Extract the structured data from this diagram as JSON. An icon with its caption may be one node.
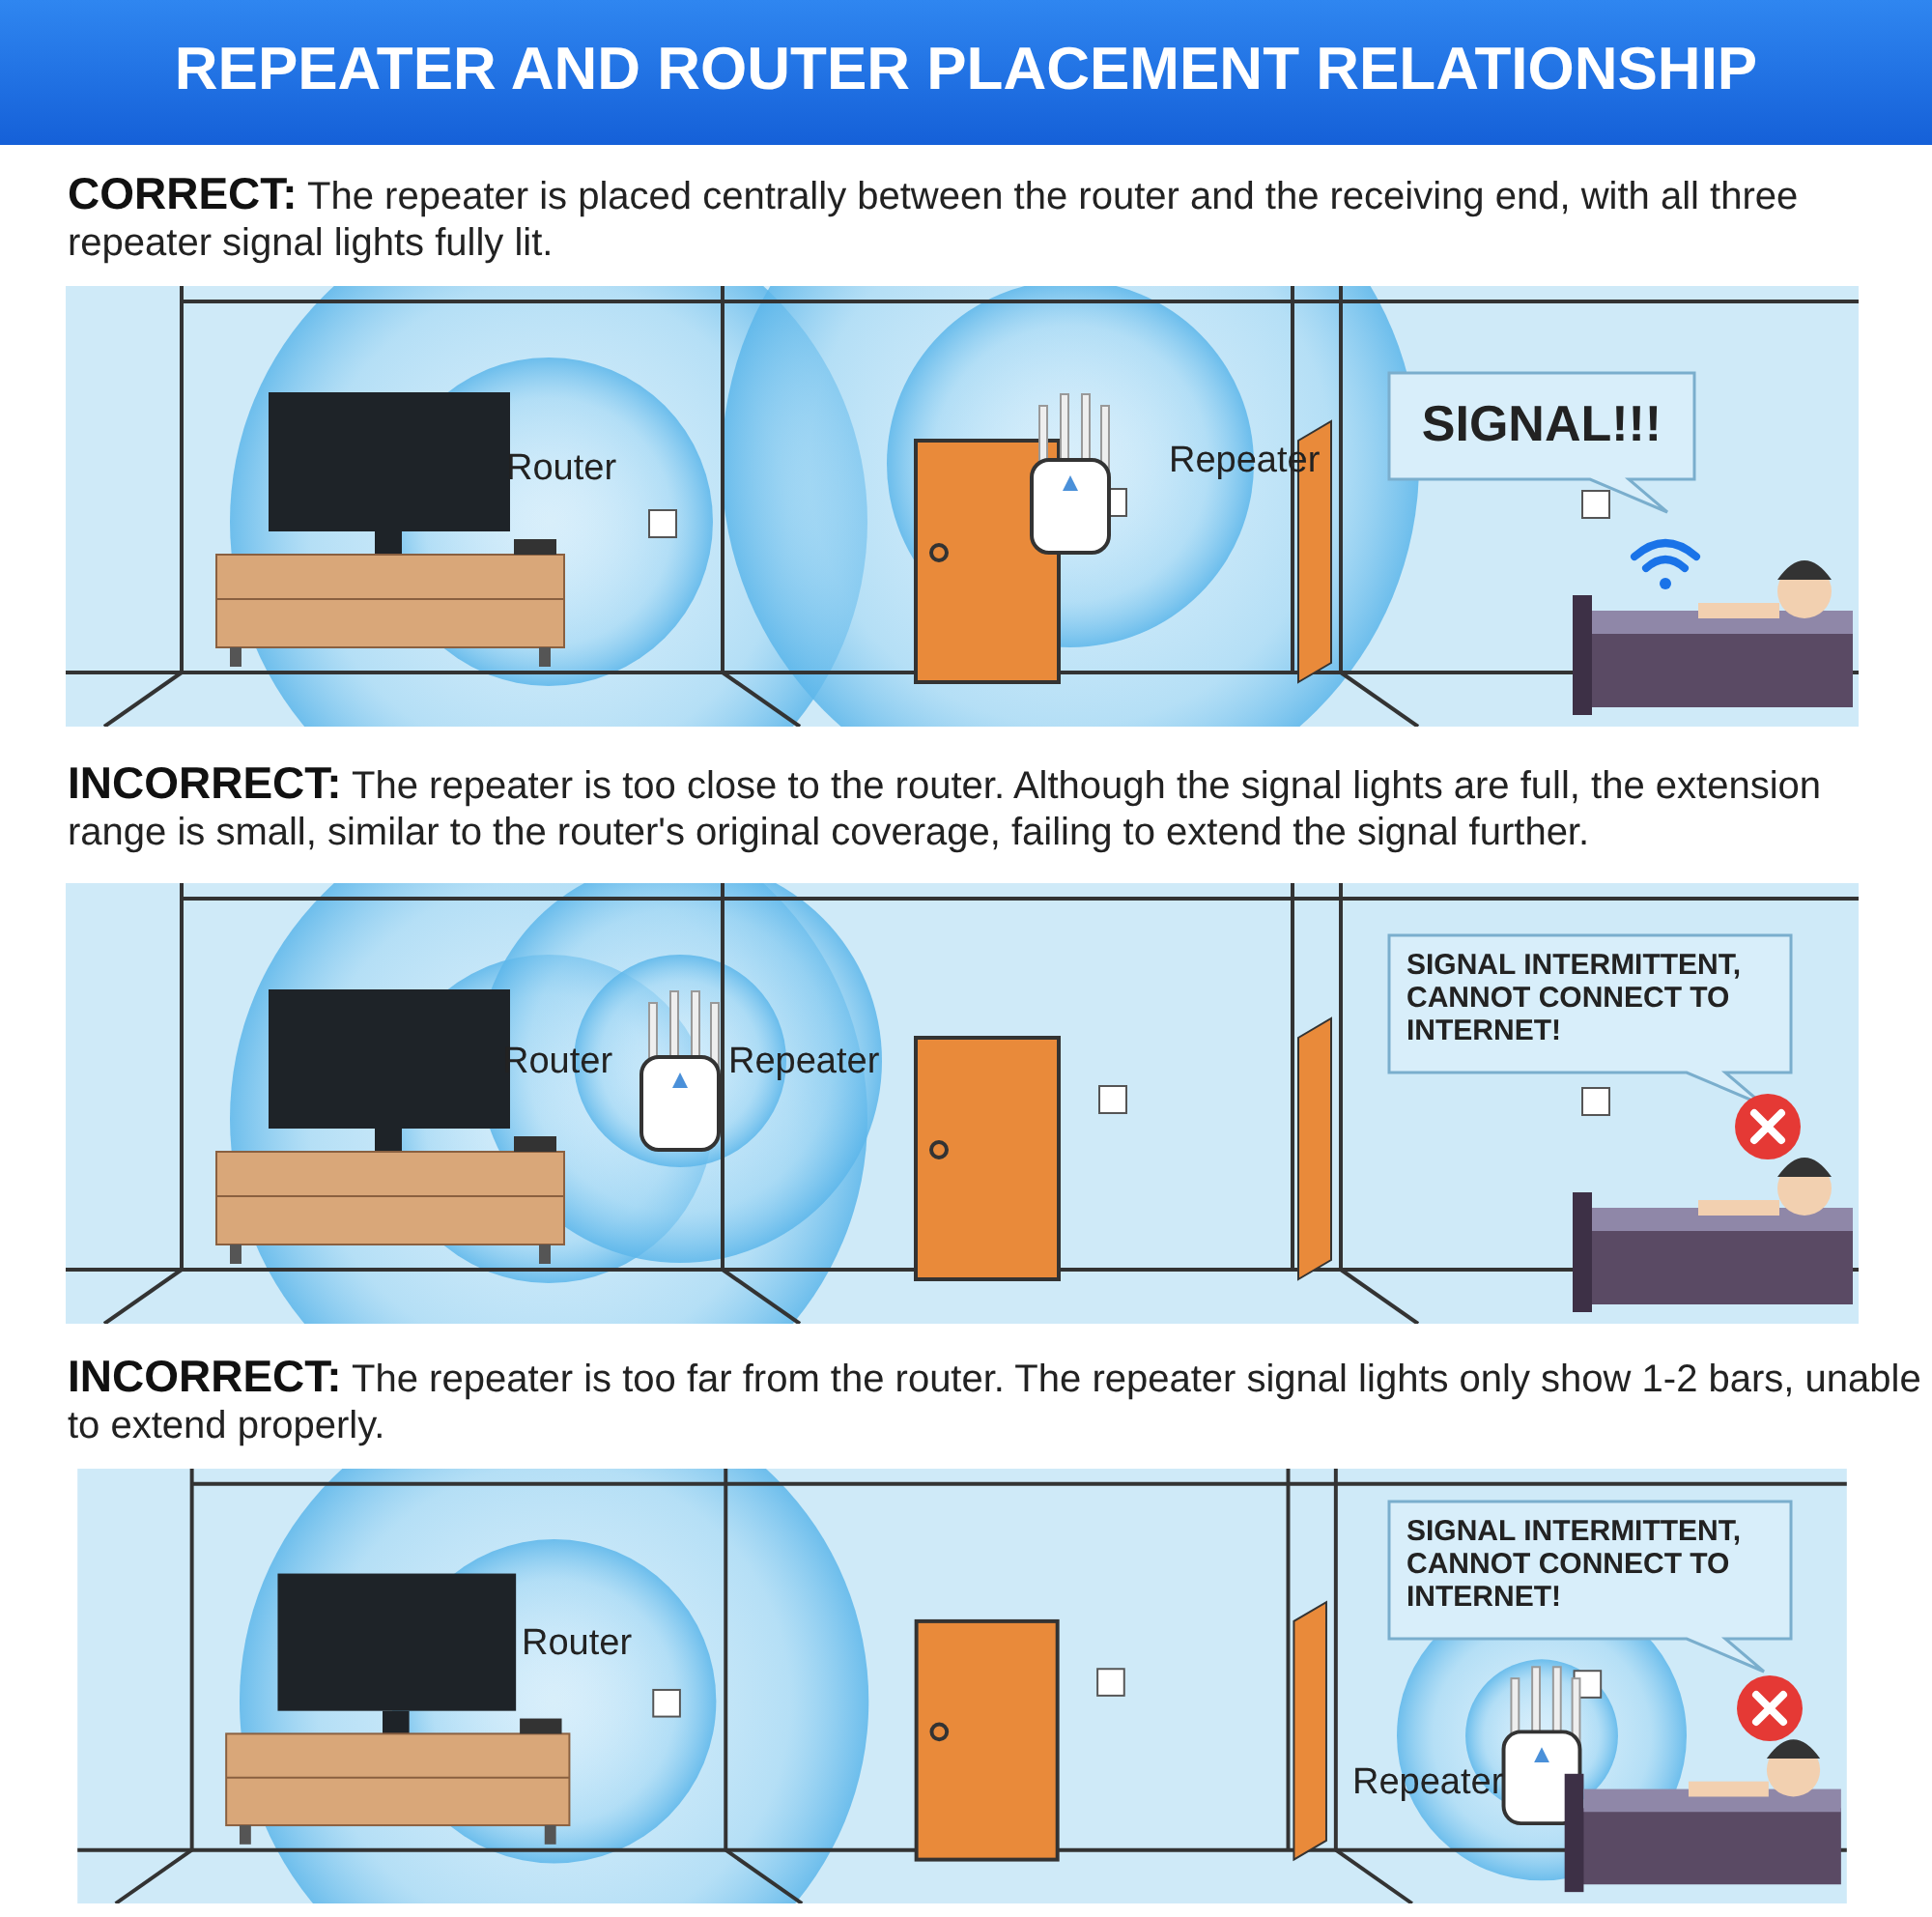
{
  "diagram": {
    "title": "REPEATER AND ROUTER PLACEMENT RELATIONSHIP",
    "nodes": [
      {
        "text": [
          "SIGNAL!!!"
        ]
      },
      {
        "text": [
          "SIGNAL INTERMITTENT, CANNOT CONNECT TO INTERNET!"
        ]
      },
      {
        "text": [
          "SIGNAL INTERMITTENT, CANNOT CONNECT TO INTERNET!"
        ]
      }
    ],
    "edges": [],
    "labels": [
      "**CORRECT:** The repeater is placed centrally between the router and the receiving end, with all three repeater signal lights fully lit.",
      "Router",
      "Repeater",
      "**INCORRECT:** The repeater is too close to the router. Although the signal lights are full, the extension range is small, similar to the router's original coverage, failing to extend the signal further.",
      "Router",
      "Repeater",
      "**INCORRECT:** The repeater is too far from the router. The repeater signal lights only show 1-2 bars, unable to extend properly.",
      "Router",
      "Repeater"
    ]
  }
}
